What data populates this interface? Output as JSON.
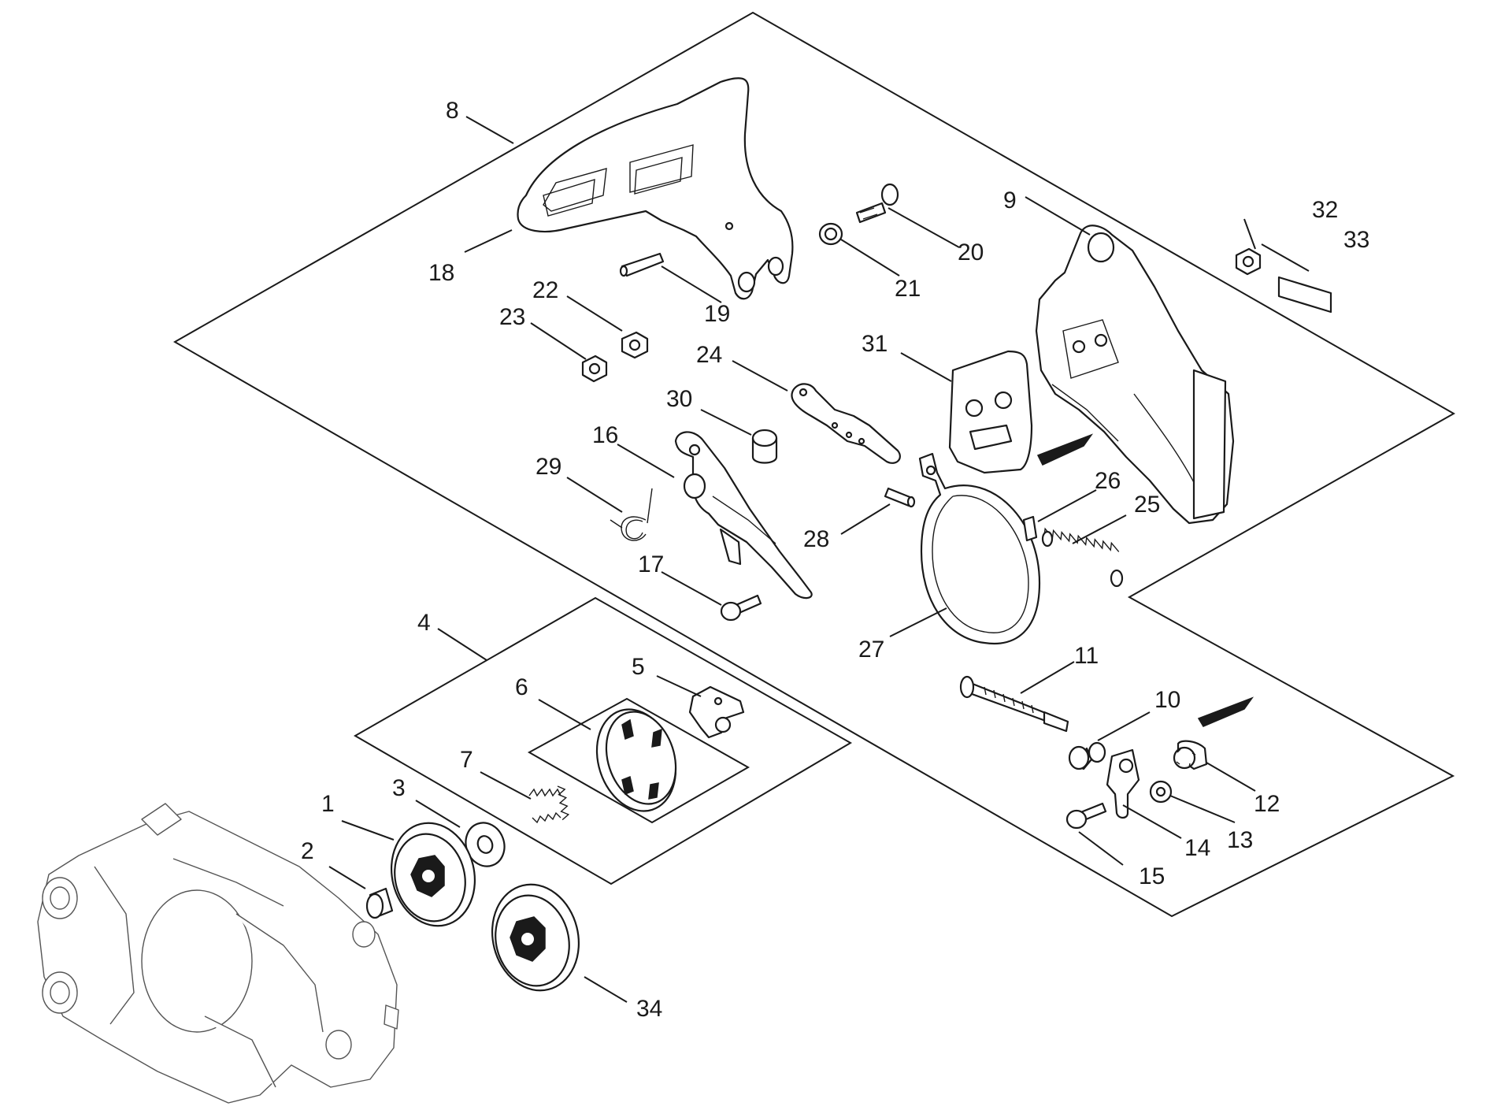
{
  "callouts": [
    {
      "id": "c1",
      "label": "1"
    },
    {
      "id": "c2",
      "label": "2"
    },
    {
      "id": "c3",
      "label": "3"
    },
    {
      "id": "c4",
      "label": "4"
    },
    {
      "id": "c5",
      "label": "5"
    },
    {
      "id": "c6",
      "label": "6"
    },
    {
      "id": "c7",
      "label": "7"
    },
    {
      "id": "c8",
      "label": "8"
    },
    {
      "id": "c9",
      "label": "9"
    },
    {
      "id": "c10",
      "label": "10"
    },
    {
      "id": "c11",
      "label": "11"
    },
    {
      "id": "c12",
      "label": "12"
    },
    {
      "id": "c13",
      "label": "13"
    },
    {
      "id": "c14",
      "label": "14"
    },
    {
      "id": "c15",
      "label": "15"
    },
    {
      "id": "c16",
      "label": "16"
    },
    {
      "id": "c17",
      "label": "17"
    },
    {
      "id": "c18",
      "label": "18"
    },
    {
      "id": "c19",
      "label": "19"
    },
    {
      "id": "c20",
      "label": "20"
    },
    {
      "id": "c21",
      "label": "21"
    },
    {
      "id": "c22",
      "label": "22"
    },
    {
      "id": "c23",
      "label": "23"
    },
    {
      "id": "c24",
      "label": "24"
    },
    {
      "id": "c25",
      "label": "25"
    },
    {
      "id": "c26",
      "label": "26"
    },
    {
      "id": "c27",
      "label": "27"
    },
    {
      "id": "c28",
      "label": "28"
    },
    {
      "id": "c29",
      "label": "29"
    },
    {
      "id": "c30",
      "label": "30"
    },
    {
      "id": "c31",
      "label": "31"
    },
    {
      "id": "c32",
      "label": "32"
    },
    {
      "id": "c33",
      "label": "33"
    },
    {
      "id": "c34",
      "label": "34"
    }
  ]
}
